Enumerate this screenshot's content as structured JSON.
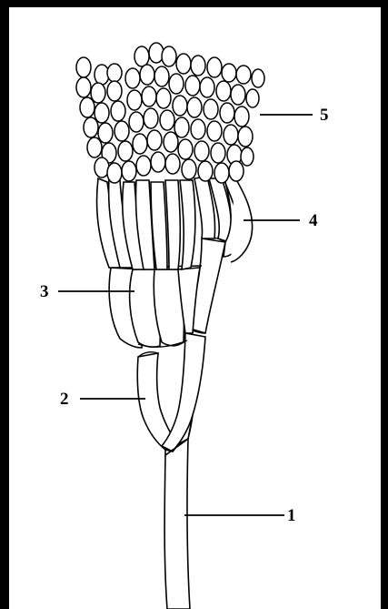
{
  "figure": {
    "colors": {
      "background_frame": "#000000",
      "panel": "#ffffff",
      "ink": "#000000"
    },
    "labels": [
      {
        "id": "1",
        "text": "1"
      },
      {
        "id": "2",
        "text": "2"
      },
      {
        "id": "3",
        "text": "3"
      },
      {
        "id": "4",
        "text": "4"
      },
      {
        "id": "5",
        "text": "5"
      }
    ]
  }
}
